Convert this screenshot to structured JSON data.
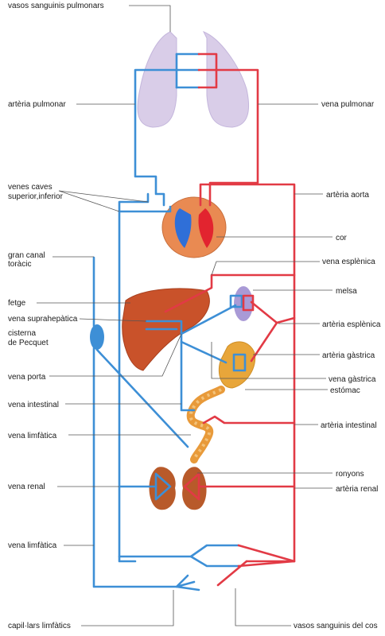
{
  "labels": {
    "vasos_pulmonars": "vasos sanguinis pulmonars",
    "arteria_pulmonar": "artèria pulmonar",
    "vena_pulmonar": "vena pulmonar",
    "venes_caves_1": "venes caves",
    "venes_caves_2": "superior,inferior",
    "arteria_aorta": "artèria aorta",
    "cor": "cor",
    "gran_canal_1": "gran canal",
    "gran_canal_2": "toràcic",
    "vena_esplenica": "vena esplènica",
    "fetge": "fetge",
    "melsa": "melsa",
    "vena_suprahepatica": "vena suprahepàtica",
    "arteria_esplenica": "artèria esplènica",
    "cisterna_1": "cisterna",
    "cisterna_2": "de Pecquet",
    "arteria_gastrica": "artèria gàstrica",
    "vena_porta": "vena porta",
    "vena_gastrica": "vena gàstrica",
    "estomac": "estómac",
    "vena_intestinal": "vena intestinal",
    "arteria_intestinal": "artèria intestinal",
    "vena_limfatica_1": "vena limfàtica",
    "ronyons": "ronyons",
    "vena_renal": "vena renal",
    "arteria_renal": "artèria renal",
    "vena_limfatica_2": "vena limfàtica",
    "capillars": "capil·lars limfàtics",
    "vasos_cos": "vasos sanguinis del cos"
  },
  "colors": {
    "venous": "#3d8fd6",
    "arterial": "#e23a45",
    "lung": "#d9cde8",
    "heart": "#e98a52",
    "liver": "#c9522a",
    "spleen": "#a99ad6",
    "stomach": "#e8a63a",
    "kidney": "#b85a2a",
    "lymph": "#3d8fd6"
  }
}
